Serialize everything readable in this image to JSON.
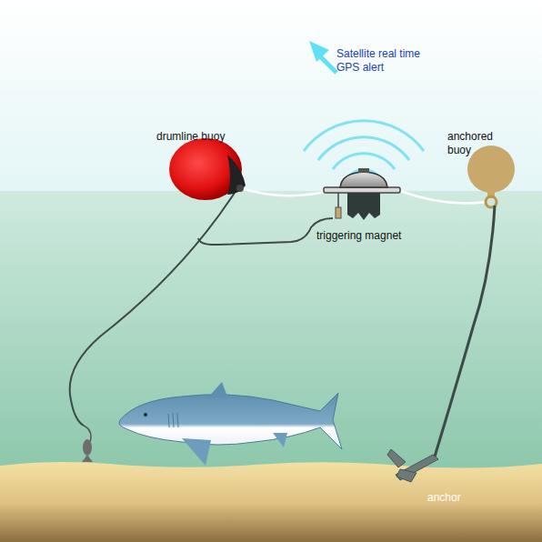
{
  "diagram": {
    "labels": [
      "Satellite real time GPS alert",
      "drumline buoy",
      "triggering magnet",
      "anchored buoy",
      "anchor"
    ]
  }
}
